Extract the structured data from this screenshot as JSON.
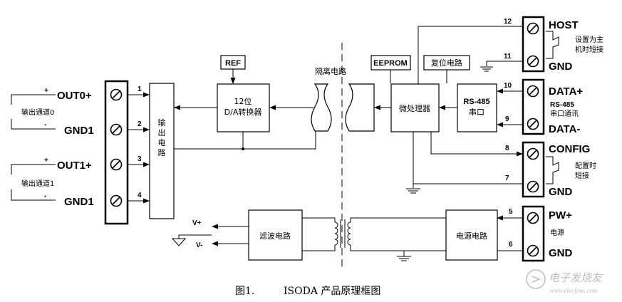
{
  "figure": {
    "caption_number": "图1.",
    "caption_text": "ISODA  产品原理框图",
    "watermark_main": "电子发烧友",
    "watermark_sub": "www.elecfans.com"
  },
  "blocks": {
    "ref": "REF",
    "da_line1": "12位",
    "da_line2": "D/A转换器",
    "isolation": "隔离电路",
    "eeprom": "EEPROM",
    "reset": "复位电路",
    "mcu": "微处理器",
    "rs485_line1": "RS-485",
    "rs485_line2": "串口",
    "output_circuit": [
      "输",
      "出",
      "电",
      "路"
    ],
    "filter": "滤波电路",
    "power": "电源电路"
  },
  "outputs": {
    "out0": "OUT0+",
    "gnd1_a": "GND1",
    "out1": "OUT1+",
    "gnd1_b": "GND1",
    "ch0_label": "输出通道0",
    "ch1_label": "输出通道1",
    "plus": "+",
    "minus": "-",
    "pins": [
      "1",
      "2",
      "3",
      "4"
    ]
  },
  "right_terminals": {
    "host": "HOST",
    "host_gnd": "GND",
    "host_note_line1": "设置为主",
    "host_note_line2": "机时短接",
    "data_plus": "DATA+",
    "data_minus": "DATA-",
    "comm_line1": "RS-485",
    "comm_line2": "串口通讯",
    "config": "CONFIG",
    "config_gnd": "GND",
    "config_note_line1": "配置时",
    "config_note_line2": "短接",
    "pw_plus": "PW+",
    "pw_gnd": "GND",
    "power_label": "电源",
    "pins": [
      "12",
      "11",
      "10",
      "9",
      "8",
      "7",
      "5",
      "6"
    ]
  },
  "supply": {
    "vplus": "V+",
    "vminus": "V-"
  }
}
